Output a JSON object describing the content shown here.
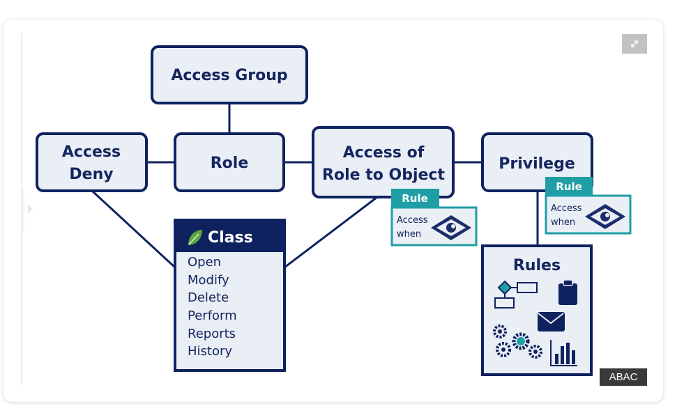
{
  "diagram": {
    "access_group": "Access Group",
    "access_deny": [
      "Access",
      "Deny"
    ],
    "role": "Role",
    "access_role_object": [
      "Access of",
      "Role to Object"
    ],
    "privilege": "Privilege",
    "class": {
      "title": "Class",
      "items": [
        "Open",
        "Modify",
        "Delete",
        "Perform",
        "Reports",
        "History"
      ]
    },
    "rule_tag": "Rule",
    "access_when": [
      "Access",
      "when"
    ],
    "rules": "Rules"
  },
  "caption": "ABAC",
  "icons": [
    "expand-icon",
    "leaf-icon",
    "eye-icon",
    "flowchart-icon",
    "clipboard-icon",
    "envelope-icon",
    "gears-icon",
    "bar-chart-icon"
  ],
  "colors": {
    "navy": "#0f2260",
    "box_fill": "#eaeef5",
    "teal": "#1f9ea5",
    "caption_bg": "#3a3a3a",
    "leaf": "#5aa83a"
  }
}
